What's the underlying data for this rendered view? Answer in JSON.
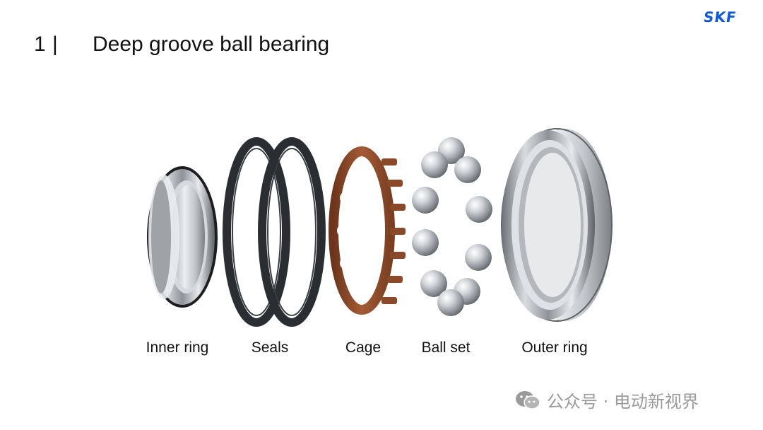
{
  "header": {
    "logo_text": "SKF",
    "slide_number": "1",
    "separator": "|",
    "title": "Deep groove ball bearing"
  },
  "components": [
    {
      "label": "Inner ring",
      "icon": "inner-ring-icon"
    },
    {
      "label": "Seals",
      "icon": "seals-icon"
    },
    {
      "label": "Cage",
      "icon": "cage-icon"
    },
    {
      "label": "Ball set",
      "icon": "ball-set-icon"
    },
    {
      "label": "Outer ring",
      "icon": "outer-ring-icon"
    }
  ],
  "watermark": {
    "text": "公众号 · 电动新视界",
    "icon": "wechat-icon"
  },
  "colors": {
    "brand": "#0f58d6",
    "cage": "#8a4a2a",
    "seal": "#2a2d31",
    "steel": "#b8bcc2"
  }
}
